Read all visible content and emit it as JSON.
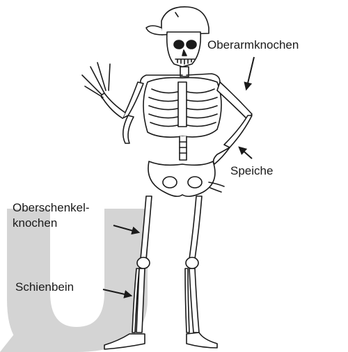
{
  "labels": {
    "humerus": "Oberarmknochen",
    "radius": "Speiche",
    "femur_line1": "Oberschenkel-",
    "femur_line2": "knochen",
    "tibia": "Schienbein"
  },
  "colors": {
    "ink": "#1a1a1a",
    "bone": "#ffffff",
    "watermark": "#d4d4d4"
  }
}
